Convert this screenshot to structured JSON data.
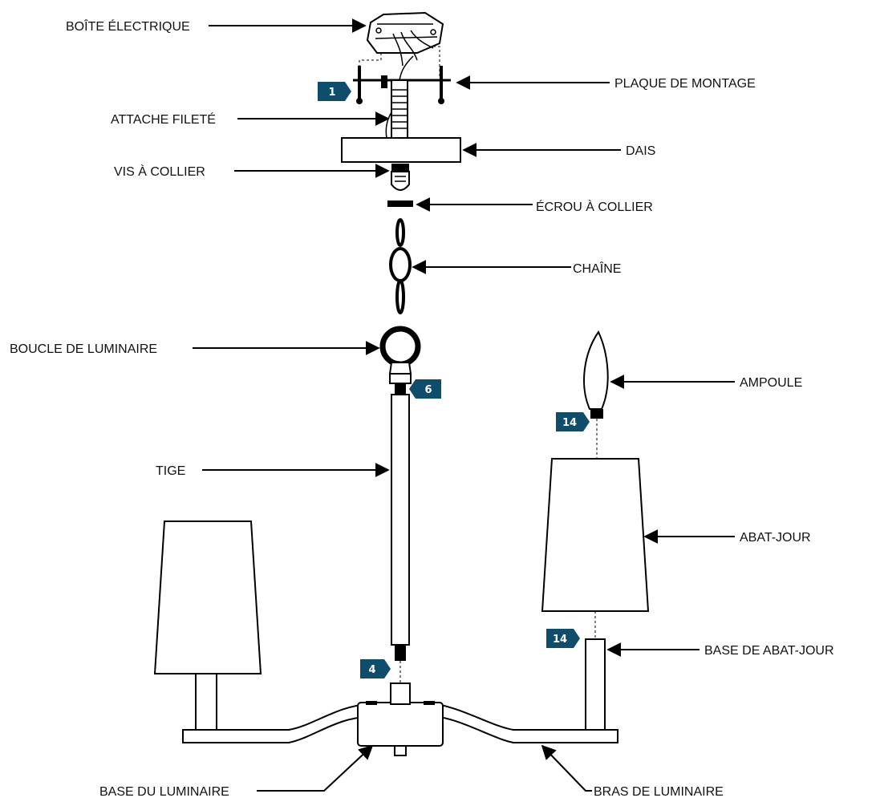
{
  "labels": {
    "electrical_box": "BOÎTE ÉLECTRIQUE",
    "mounting_plate": "PLAQUE DE MONTAGE",
    "threaded_nipple": "ATTACHE FILETÉ",
    "canopy": "DAIS",
    "collar_screw": "VIS À COLLIER",
    "collar_nut": "ÉCROU À COLLIER",
    "chain": "CHAÎNE",
    "fixture_loop": "BOUCLE DE LUMINAIRE",
    "bulb": "AMPOULE",
    "rod": "TIGE",
    "shade": "ABAT-JOUR",
    "shade_base": "BASE DE ABAT-JOUR",
    "fixture_base": "BASE DU LUMINAIRE",
    "fixture_arm": "BRAS DE LUMINAIRE"
  },
  "steps": {
    "mounting_plate": "1",
    "loop": "6",
    "bulb": "14",
    "shade_base": "14",
    "rod_bottom": "4"
  },
  "colors": {
    "badge": "#0e4d6b",
    "line": "#000000"
  }
}
